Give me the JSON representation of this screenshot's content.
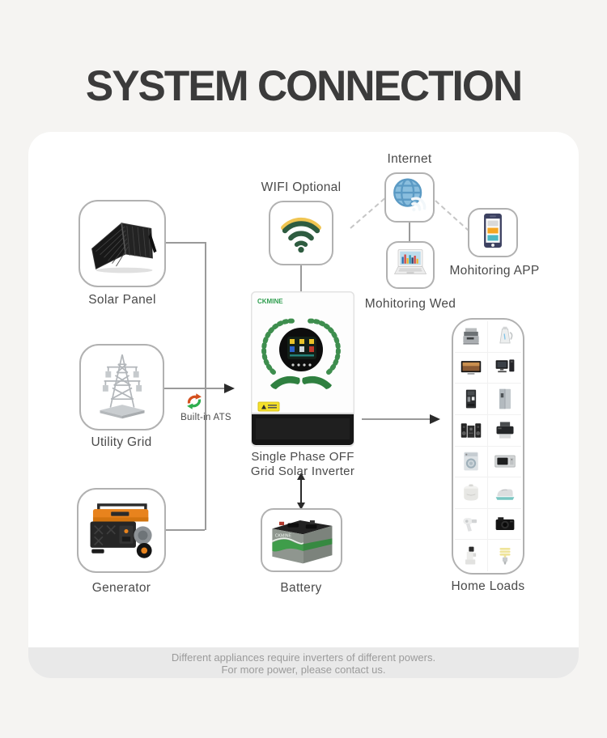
{
  "title": "SYSTEM CONNECTION",
  "brand": "CKMINE",
  "colors": {
    "background": "#f5f4f2",
    "card": "#ffffff",
    "footer_band": "#e9e9e9",
    "box_border": "#b1b1b1",
    "label_text": "#4a4a4a",
    "connector": "#9a9a9a",
    "wifi_green": "#2e5c40",
    "wifi_gold": "#f0c552",
    "internet_blue": "#86bbdf",
    "app_orange": "#f5a623",
    "app_teal": "#4cb8c4",
    "ats_orange": "#d4501e",
    "ats_green": "#2eae4e",
    "wreath_green": "#3e8e4e",
    "generator_orange": "#e8831d",
    "battery_green": "#3f9d4a"
  },
  "nodes": {
    "solar_panel": {
      "label": "Solar Panel"
    },
    "utility_grid": {
      "label": "Utility Grid"
    },
    "generator": {
      "label": "Generator"
    },
    "wifi": {
      "label": "WIFI Optional"
    },
    "internet": {
      "label": "Internet"
    },
    "monitoring_web": {
      "label": "Mohitoring Wed"
    },
    "monitoring_app": {
      "label": "Mohitoring APP"
    },
    "ats": {
      "label": "Built-in ATS"
    },
    "inverter": {
      "label_line1": "Single Phase OFF",
      "label_line2": "Grid Solar Inverter"
    },
    "battery": {
      "label": "Battery"
    },
    "home_loads": {
      "label": "Home Loads",
      "appliances": [
        "copier",
        "kettle",
        "tv",
        "desktop-computer",
        "water-dispenser",
        "refrigerator",
        "stereo",
        "printer",
        "washing-machine",
        "microwave",
        "rice-cooker",
        "iron",
        "hair-dryer",
        "camera",
        "juicer",
        "cfl-bulb"
      ]
    }
  },
  "footer": {
    "line1": "Different appliances require inverters of different powers.",
    "line2": "For more power, please contact us."
  }
}
